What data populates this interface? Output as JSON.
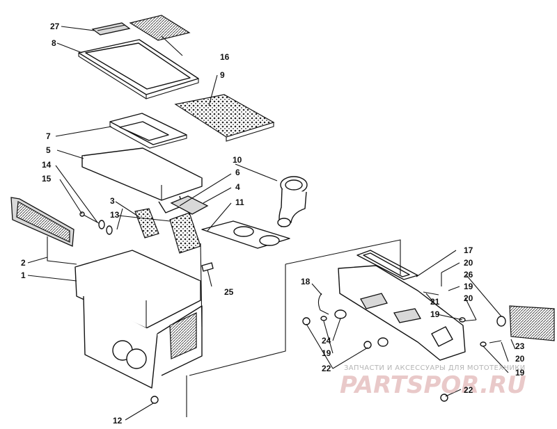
{
  "labels": {
    "l27": "27",
    "l8": "8",
    "l16": "16",
    "l9": "9",
    "l7": "7",
    "l5": "5",
    "l14": "14",
    "l15": "15",
    "l10": "10",
    "l6": "6",
    "l4": "4",
    "l3": "3",
    "l11": "11",
    "l13": "13",
    "l2": "2",
    "l1": "1",
    "l25": "25",
    "l12": "12",
    "l17": "17",
    "l20a": "20",
    "l26": "26",
    "l18": "18",
    "l19a": "19",
    "l21": "21",
    "l19b": "19",
    "l20b": "20",
    "l24": "24",
    "l19c": "19",
    "l22a": "22",
    "l23": "23",
    "l20c": "20",
    "l19d": "19",
    "l22b": "22"
  },
  "watermark": {
    "text": "ЗАПЧАСТИ И АКСЕССУАРЫ ДЛЯ МОТОТЕХНИКИ",
    "logo": "PARTSPOR.RU"
  },
  "colors": {
    "line": "#111111",
    "background": "#ffffff",
    "watermark": "#e9c9c9"
  }
}
